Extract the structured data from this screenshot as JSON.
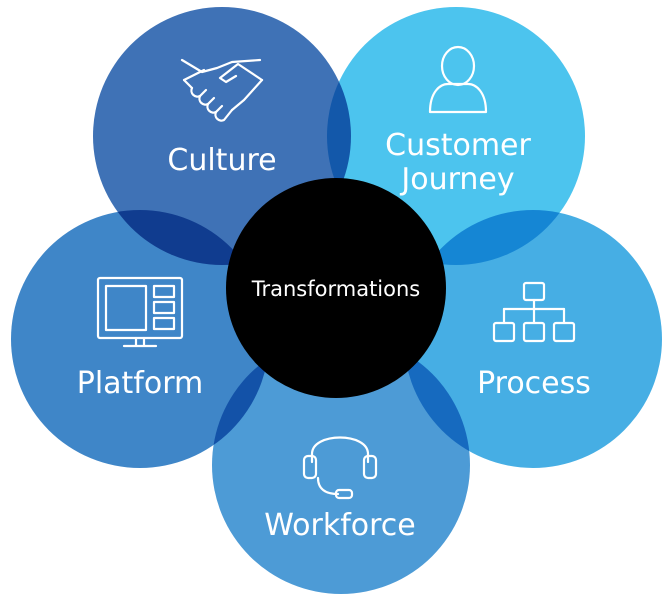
{
  "center": {
    "label": "Transformations",
    "color": "#000000"
  },
  "petals": [
    {
      "id": "culture",
      "label": "Culture",
      "icon": "handshake-icon",
      "color": "#3f72b6"
    },
    {
      "id": "customer-journey",
      "label_line1": "Customer",
      "label_line2": "Journey",
      "icon": "person-icon",
      "color": "#4cc4ee"
    },
    {
      "id": "platform",
      "label": "Platform",
      "icon": "monitor-icon",
      "color": "#3f86c8"
    },
    {
      "id": "process",
      "label": "Process",
      "icon": "org-chart-icon",
      "color": "#46aee4"
    },
    {
      "id": "workforce",
      "label": "Workforce",
      "icon": "headset-icon",
      "color": "#4d9bd6"
    }
  ]
}
